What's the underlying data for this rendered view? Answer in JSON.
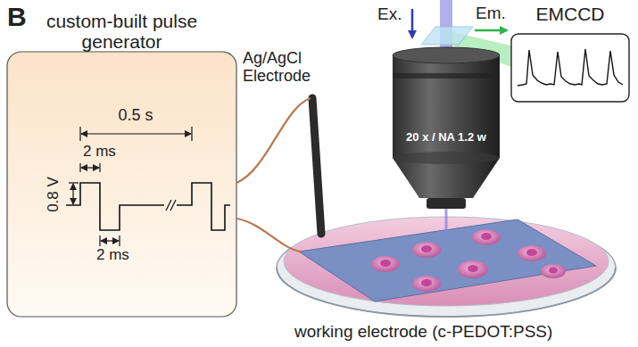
{
  "diagram": {
    "nodes": [
      {
        "text": [
          "custom-built pulse generator"
        ]
      },
      {
        "text": [
          "EMCCD"
        ]
      }
    ],
    "labels": [
      "B",
      "0.5 s",
      "2 ms",
      "0.8 V",
      "2 ms",
      "Ag/AgCl Electrode",
      "Ex.",
      "Em.",
      "20 x / NA 1.2 w",
      "working electrode (c-PEDOT:PSS)"
    ]
  }
}
